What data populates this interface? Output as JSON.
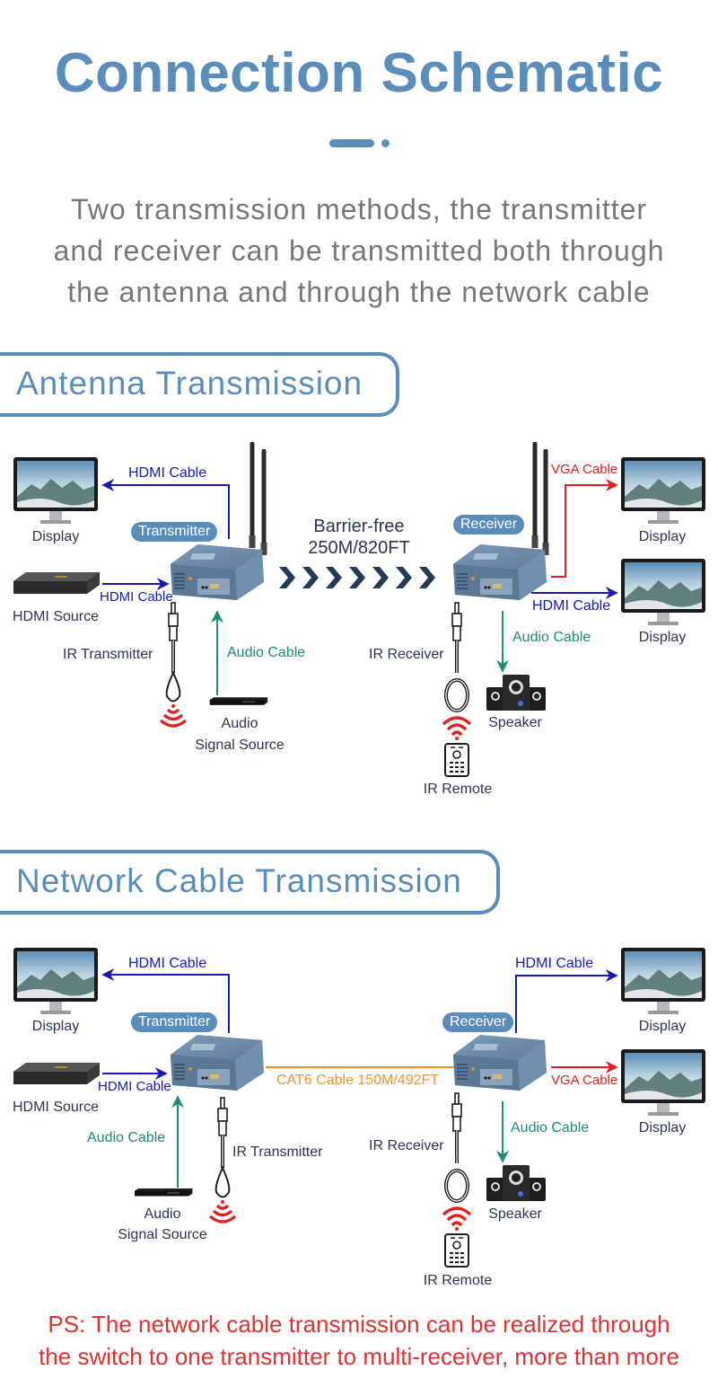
{
  "header": {
    "title": "Connection Schematic",
    "subtitle_lines": [
      "Two transmission methods, the transmitter",
      "and receiver can be transmitted both through",
      "the antenna and through the network cable"
    ]
  },
  "colors": {
    "brand_blue": "#5b8dbb",
    "hdmi_cable": "#1a1ab0",
    "vga_cable": "#e02020",
    "audio_cable": "#1e8a78",
    "cat6_cable": "#f0922e",
    "ir_signal": "#e02020",
    "text_dark": "#2c3550",
    "ps_note": "#e03030"
  },
  "antenna_section": {
    "title": "Antenna Transmission",
    "transmitter_label": "Transmitter",
    "receiver_label": "Receiver",
    "link_label_lines": [
      "Barrier-free",
      "250M/820FT"
    ],
    "left": {
      "display_label": "Display",
      "display_cable": "HDMI Cable",
      "source_label": "HDMI Source",
      "source_cable": "HDMI Cable",
      "ir_label": "IR Transmitter",
      "audio_cable": "Audio Cable",
      "audio_source_lines": [
        "Audio",
        "Signal Source"
      ]
    },
    "right": {
      "display1_label": "Display",
      "display1_cable": "VGA Cable",
      "display2_label": "Display",
      "display2_cable": "HDMI Cable",
      "audio_cable": "Audio Cable",
      "speaker_label": "Speaker",
      "ir_label": "IR Receiver",
      "remote_label": "IR Remote"
    }
  },
  "network_section": {
    "title": "Network Cable Transmission",
    "transmitter_label": "Transmitter",
    "receiver_label": "Receiver",
    "link_label": "CAT6 Cable 150M/492FT",
    "left": {
      "display_label": "Display",
      "display_cable": "HDMI Cable",
      "source_label": "HDMI Source",
      "source_cable": "HDMI Cable",
      "audio_cable": "Audio Cable",
      "audio_source_lines": [
        "Audio",
        "Signal Source"
      ],
      "ir_label": "IR Transmitter"
    },
    "right": {
      "display1_label": "Display",
      "display1_cable": "HDMI Cable",
      "display2_label": "Display",
      "display2_cable": "VGA Cable",
      "audio_cable": "Audio Cable",
      "speaker_label": "Speaker",
      "ir_label": "IR Receiver",
      "remote_label": "IR Remote"
    }
  },
  "footer": {
    "ps_lines": [
      "PS: The network cable transmission can be realized through",
      "the switch to one transmitter to multi-receiver, more than more"
    ]
  }
}
